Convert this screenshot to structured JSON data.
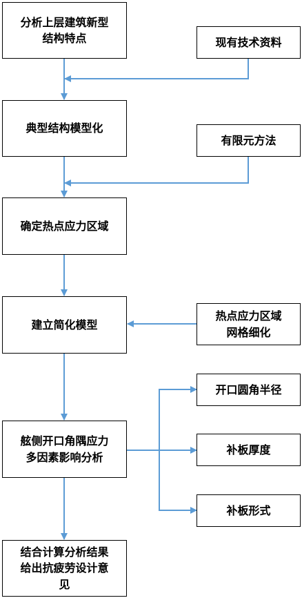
{
  "diagram": {
    "main_steps": [
      "分析上层建筑新型\n结构特点",
      "典型结构模型化",
      "确定热点应力区域",
      "建立简化模型",
      "舷侧开口角隅应力\n多因素影响分析",
      "结合计算分析结果\n给出抗疲劳设计意\n见"
    ],
    "inputs": [
      "现有技术资料",
      "有限元方法",
      "热点应力区域\n网格细化"
    ],
    "factors": [
      "开口圆角半径",
      "补板厚度",
      "补板形式"
    ],
    "colors": {
      "arrow": "#5b9bd5",
      "border": "#000000"
    }
  }
}
